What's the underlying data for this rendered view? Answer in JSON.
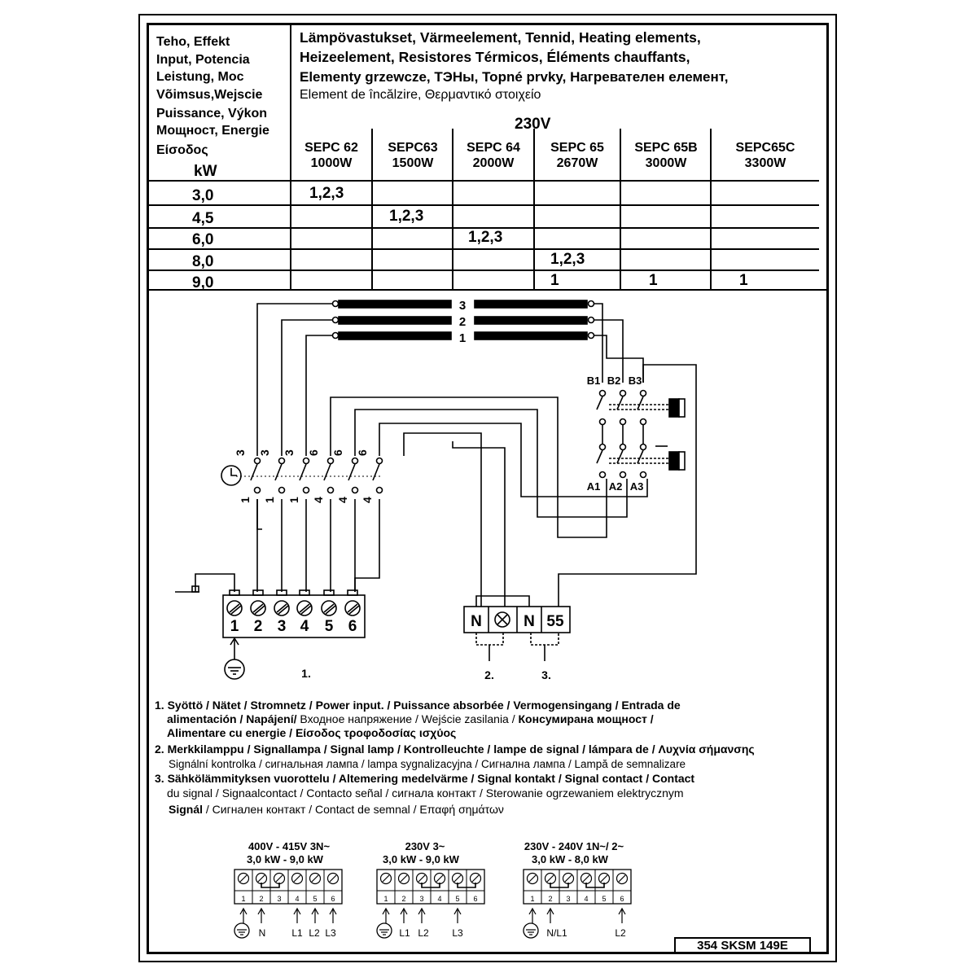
{
  "table": {
    "power_header": [
      "Teho, Effekt",
      "Input, Potencia",
      "Leistung, Moc",
      "Võimsus,Wejscie",
      "Puissance, Výkon",
      "Мощност, Energie",
      "Είσοδος"
    ],
    "power_unit": "kW",
    "elements_header": [
      "Lämpövastukset, Värmeelement, Tennid, Heating elements,",
      "Heizeelement, Resistores Térmicos, Éléments chauffants,",
      "Elementy grzewcze, ТЭНы, Topné prvky, Нагревателен елемент,",
      "Element de încălzire, Θερμαντικό στοιχείο"
    ],
    "voltage": "230V",
    "columns": [
      {
        "model": "SEPC 62",
        "watt": "1000W"
      },
      {
        "model": "SEPC63",
        "watt": "1500W"
      },
      {
        "model": "SEPC 64",
        "watt": "2000W"
      },
      {
        "model": "SEPC 65",
        "watt": "2670W"
      },
      {
        "model": "SEPC 65B",
        "watt": "3000W"
      },
      {
        "model": "SEPC65C",
        "watt": "3300W"
      }
    ],
    "rows": [
      {
        "kw": "3,0",
        "cells": [
          "1,2,3",
          "",
          "",
          "",
          "",
          ""
        ]
      },
      {
        "kw": "4,5",
        "cells": [
          "",
          "1,2,3",
          "",
          "",
          "",
          ""
        ]
      },
      {
        "kw": "6,0",
        "cells": [
          "",
          "",
          "1,2,3",
          "",
          "",
          ""
        ]
      },
      {
        "kw": "8,0",
        "cells": [
          "",
          "",
          "",
          "1,2,3",
          "",
          ""
        ]
      },
      {
        "kw": "9,0",
        "cells": [
          "",
          "",
          "",
          "1",
          "1",
          "1"
        ]
      }
    ]
  },
  "diagram": {
    "element_numbers": [
      "3",
      "2",
      "1"
    ],
    "contactor_top": [
      "B1",
      "B2",
      "B3"
    ],
    "contactor_bottom": [
      "A1",
      "A2",
      "A3"
    ],
    "switch_top": [
      "3",
      "3",
      "3",
      "6",
      "6",
      "6"
    ],
    "switch_bottom": [
      "1",
      "1",
      "1",
      "4",
      "4",
      "4"
    ],
    "terminal_numbers": [
      "1",
      "2",
      "3",
      "4",
      "5",
      "6"
    ],
    "signal_terminals": [
      "N",
      "N",
      "55"
    ],
    "callouts": [
      "1.",
      "2.",
      "3."
    ]
  },
  "legend": {
    "item1": {
      "l1": "1. Syöttö / Nätet / Stromnetz / Power input. / Puissance absorbée / Vermogensingang / Entrada de",
      "l2a": "alimentación / ",
      "l2b": "Napájení/",
      "l2c": " Входное напряжение / Wejście zasilania / ",
      "l2d": "Консумирана мощност /",
      "l3": "Alimentare cu energie / Είσοδος τροφοδοσίας ισχύος"
    },
    "item2": {
      "l1": "2. Merkkilamppu / Signallampa / Signal lamp / Kontrolleuchte /  lampe de signal / lámpara de /  Λυχνία σήμανσης",
      "l2": "Signální kontrolka / сигнальная лампа / lampa sygnalizacyjna / Сигнална лампа / Lampă de semnalizare"
    },
    "item3": {
      "l1": "3. Sähkölämmityksen vuorottelu / Altemering medelvärme / Signal kontakt / Signal contact / Contact",
      "l2": "du signal / Signaalcontact / Contacto señal /  сигнала контакт / Sterowanie ogrzewaniem elektrycznym",
      "l3a": "Signál",
      "l3b": " /  Сигнален контакт / Contact de semnal / Επαφή σημάτων"
    }
  },
  "connections": [
    {
      "voltage": "400V - 415V  3N~",
      "power": "3,0 kW - 9,0 kW",
      "terminals": [
        "1",
        "2",
        "3",
        "4",
        "5",
        "6"
      ],
      "labels": [
        "N",
        "L1",
        "L2",
        "L3"
      ]
    },
    {
      "voltage": "230V  3~",
      "power": "3,0 kW - 9,0 kW",
      "terminals": [
        "1",
        "2",
        "3",
        "4",
        "5",
        "6"
      ],
      "labels": [
        "L1",
        "L2",
        "L3"
      ]
    },
    {
      "voltage": "230V - 240V  1N~/ 2~",
      "power": "3,0 kW - 8,0 kW",
      "terminals": [
        "1",
        "2",
        "3",
        "4",
        "5",
        "6"
      ],
      "labels": [
        "N/L1",
        "L2"
      ]
    }
  ],
  "document_code": "354  SKSM 149E"
}
